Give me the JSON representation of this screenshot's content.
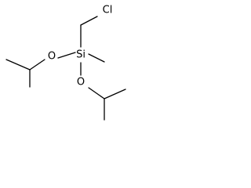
{
  "molecule": {
    "atoms": {
      "si": "Si",
      "cl": "Cl",
      "o_upper": "O",
      "o_lower": "O"
    }
  }
}
